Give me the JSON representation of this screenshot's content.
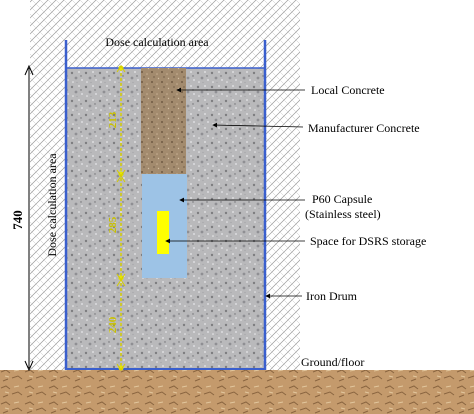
{
  "labels": {
    "dose_top": "Dose calculation area",
    "dose_side": "Dose calculation area",
    "local_concrete": "Local Concrete",
    "manufacturer_concrete": "Manufacturer  Concrete",
    "p60_line1": "P60 Capsule",
    "p60_line2": "(Stainless steel)",
    "dsrs_space": "Space for DSRS storage",
    "iron_drum": "Iron Drum",
    "ground": "Ground/floor"
  },
  "dimensions": {
    "total": "740",
    "upper": "213",
    "middle": "285",
    "lower": "240"
  },
  "colors": {
    "drum_outline": "#3a5fcd",
    "capsule_fill": "#9dc3e6",
    "dsrs_fill": "#ffff00",
    "dimension_line": "#d4cc00",
    "ground": "#c49a6c"
  }
}
